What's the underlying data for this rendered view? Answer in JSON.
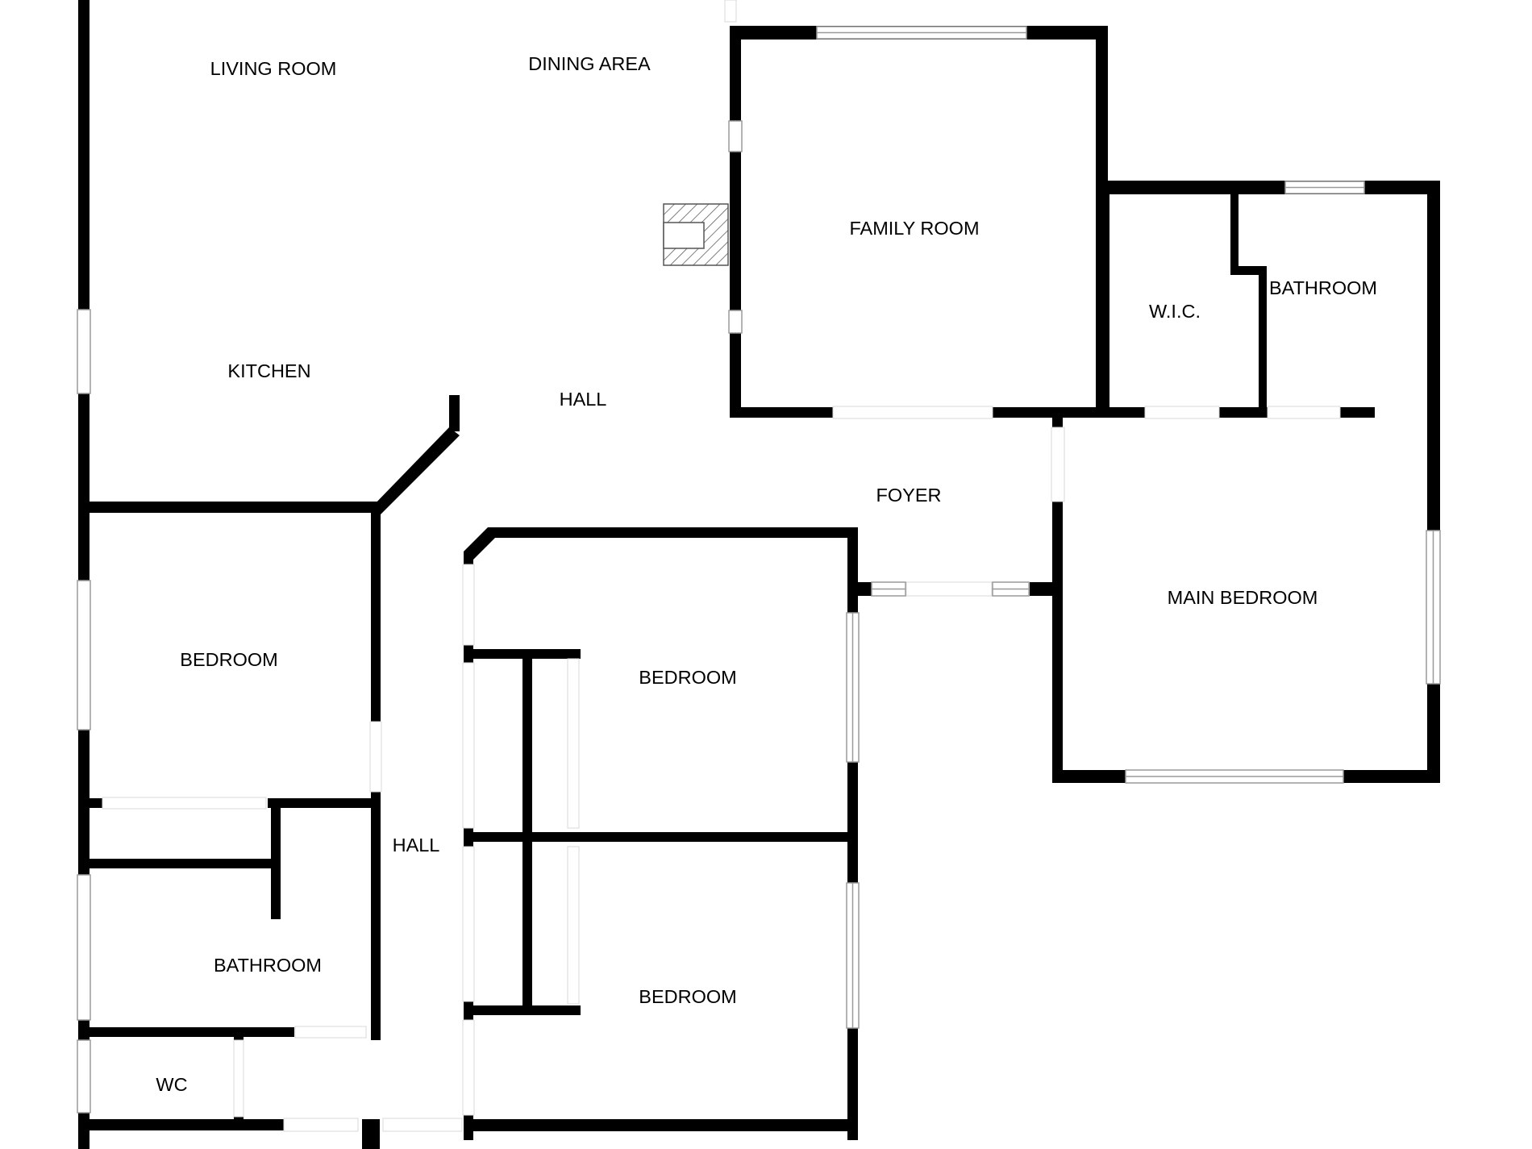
{
  "plan": {
    "colors": {
      "wall": "#000000",
      "window": "#ffffff",
      "opening": "#ffffff",
      "background": "#ffffff"
    },
    "icons": {
      "fireplace": "fireplace-icon"
    },
    "rooms": {
      "living_room": "LIVING ROOM",
      "dining_area": "DINING AREA",
      "family_room": "FAMILY ROOM",
      "wic": "W.I.C.",
      "bathroom_main": "BATHROOM",
      "kitchen": "KITCHEN",
      "hall_upper": "HALL",
      "foyer": "FOYER",
      "main_bedroom": "MAIN BEDROOM",
      "bedroom_west": "BEDROOM",
      "bedroom_middle": "BEDROOM",
      "bedroom_south": "BEDROOM",
      "hall_lower": "HALL",
      "bathroom_west": "BATHROOM",
      "wc": "WC"
    }
  }
}
